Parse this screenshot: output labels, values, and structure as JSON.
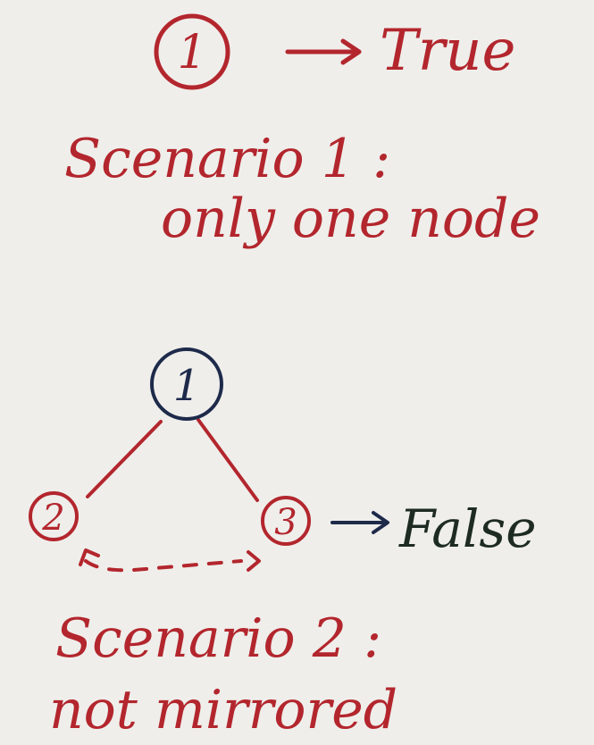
{
  "colors": {
    "paper": "#efeeeb",
    "red_ink": "#b3262d",
    "navy_ink": "#1e2a4a",
    "dark_ink": "#1d2b22"
  },
  "scenario1": {
    "node_value": "1",
    "arrow_result": "True",
    "title": "Scenario 1 :",
    "description": "only one node"
  },
  "scenario2": {
    "root_value": "1",
    "left_value": "2",
    "right_value": "3",
    "arrow_result": "False",
    "title": "Scenario 2 :",
    "description": "not mirrored"
  }
}
